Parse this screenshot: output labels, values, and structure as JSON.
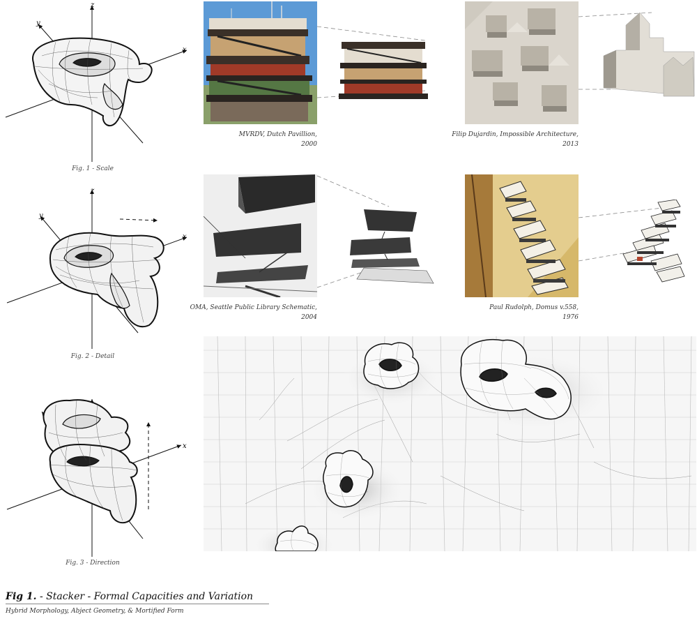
{
  "figures": {
    "fig1_caption": "Fig. 1 - Scale",
    "fig2_caption": "Fig. 2 - Detail",
    "fig3_caption": "Fig. 3 - Direction",
    "axis_x": "x",
    "axis_y": "y",
    "axis_z": "z"
  },
  "references": [
    {
      "line1": "MVRDV, Dutch Pavillion,",
      "line2": "2000"
    },
    {
      "line1": "Filip Dujardin, Impossible Architecture,",
      "line2": "2013"
    },
    {
      "line1": "OMA, Seattle Public Library Schematic,",
      "line2": "2004"
    },
    {
      "line1": "Paul Rudolph, Domus v.558,",
      "line2": "1976"
    }
  ],
  "footer": {
    "title_bold": "Fig 1.",
    "title_rest": " - Stacker - Formal Capacities and Variation",
    "subtitle": "Hybrid Morphology, Abject Geometry, & Mortified Form"
  },
  "colors": {
    "sky_blue": "#4a8fd0",
    "building_red": "#a03a28",
    "concrete": "#d8d4cc",
    "sepia": "#c9a85a"
  }
}
